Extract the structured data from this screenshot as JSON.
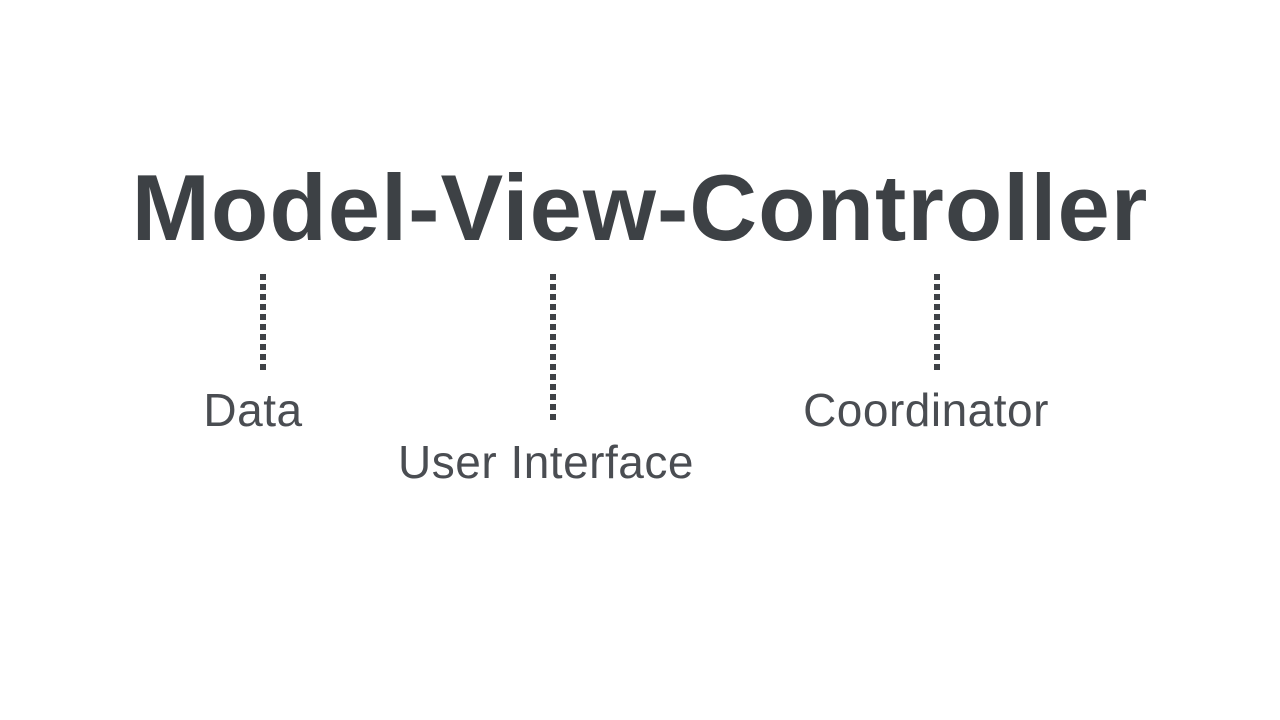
{
  "title": "Model-View-Controller",
  "colors": {
    "background": "#ffffff",
    "title": "#3d4145",
    "label": "#4a4d52",
    "line": "#3f4246"
  },
  "annotations": [
    {
      "term": "Model",
      "label": "Data"
    },
    {
      "term": "View",
      "label": "User Interface"
    },
    {
      "term": "Controller",
      "label": "Coordinator"
    }
  ]
}
